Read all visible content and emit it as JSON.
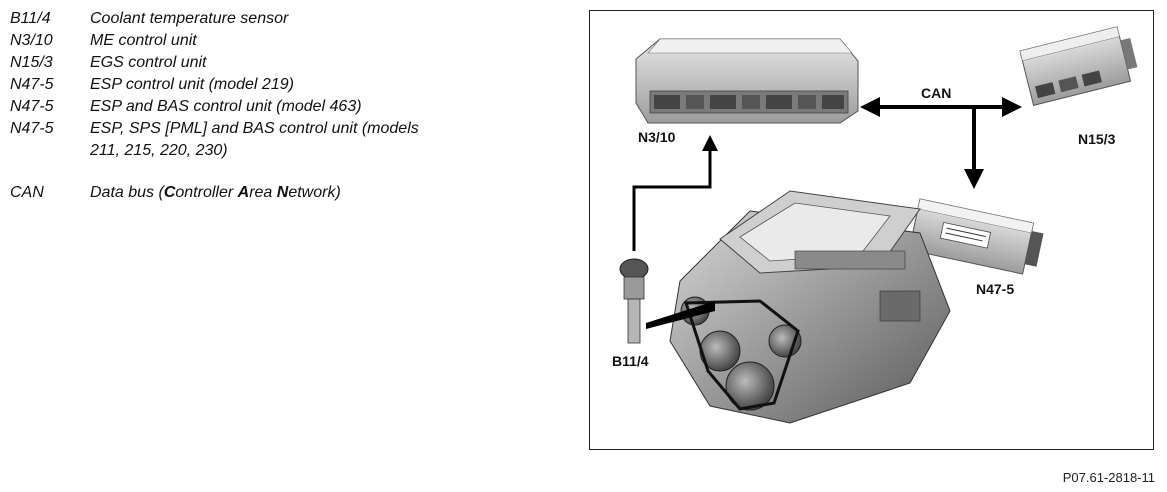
{
  "legend": [
    {
      "code": "B11/4",
      "desc": "Coolant temperature sensor"
    },
    {
      "code": "N3/10",
      "desc": "ME control unit"
    },
    {
      "code": "N15/3",
      "desc": "EGS control unit"
    },
    {
      "code": "N47-5",
      "desc": "ESP control unit (model 219)"
    },
    {
      "code": "N47-5",
      "desc": "ESP and BAS control unit (model 463)"
    },
    {
      "code": "N47-5",
      "desc": "ESP, SPS [PML] and BAS control unit (models 211, 215, 220, 230)"
    }
  ],
  "can": {
    "code": "CAN",
    "pre": "Data bus (",
    "c_bold": "C",
    "c_rest": "ontroller ",
    "a_bold": "A",
    "a_rest": "rea ",
    "n_bold": "N",
    "n_rest": "etwork)"
  },
  "diagram": {
    "label_n3_10": "N3/10",
    "label_n15_3": "N15/3",
    "label_n47_5": "N47-5",
    "label_b11_4": "B11/4",
    "label_can": "CAN"
  },
  "figure_ref": "P07.61-2818-11"
}
